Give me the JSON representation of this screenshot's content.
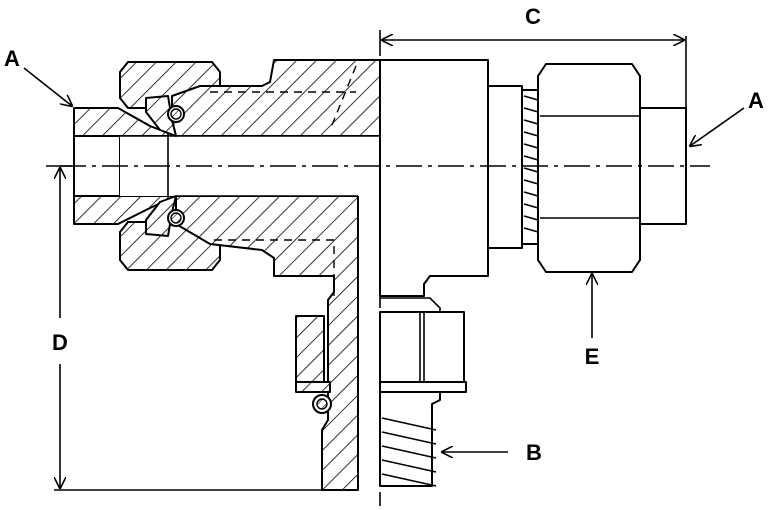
{
  "labels": {
    "a_left": "A",
    "a_right": "A",
    "b": "B",
    "c": "C",
    "d": "D",
    "e": "E"
  },
  "colors": {
    "stroke": "#000000",
    "background": "#ffffff"
  }
}
